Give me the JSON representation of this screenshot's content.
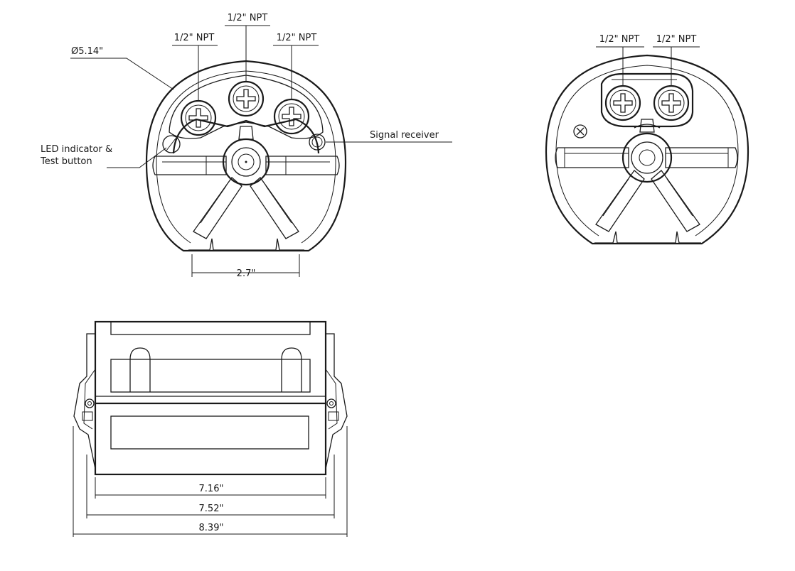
{
  "labels": {
    "npt_center": "1/2\" NPT",
    "npt_left": "1/2\" NPT",
    "npt_right": "1/2\" NPT",
    "diameter": "Ø5.14\"",
    "led": [
      "LED indicator &",
      "Test button"
    ],
    "signal": "Signal receiver",
    "width_front": "2.7\"",
    "npt_r1": "1/2\" NPT",
    "npt_r2": "1/2\" NPT",
    "dim_716": "7.16\"",
    "dim_752": "7.52\"",
    "dim_839": "8.39\""
  },
  "colors": {
    "line": "#1a1a1a",
    "background": "#ffffff"
  }
}
